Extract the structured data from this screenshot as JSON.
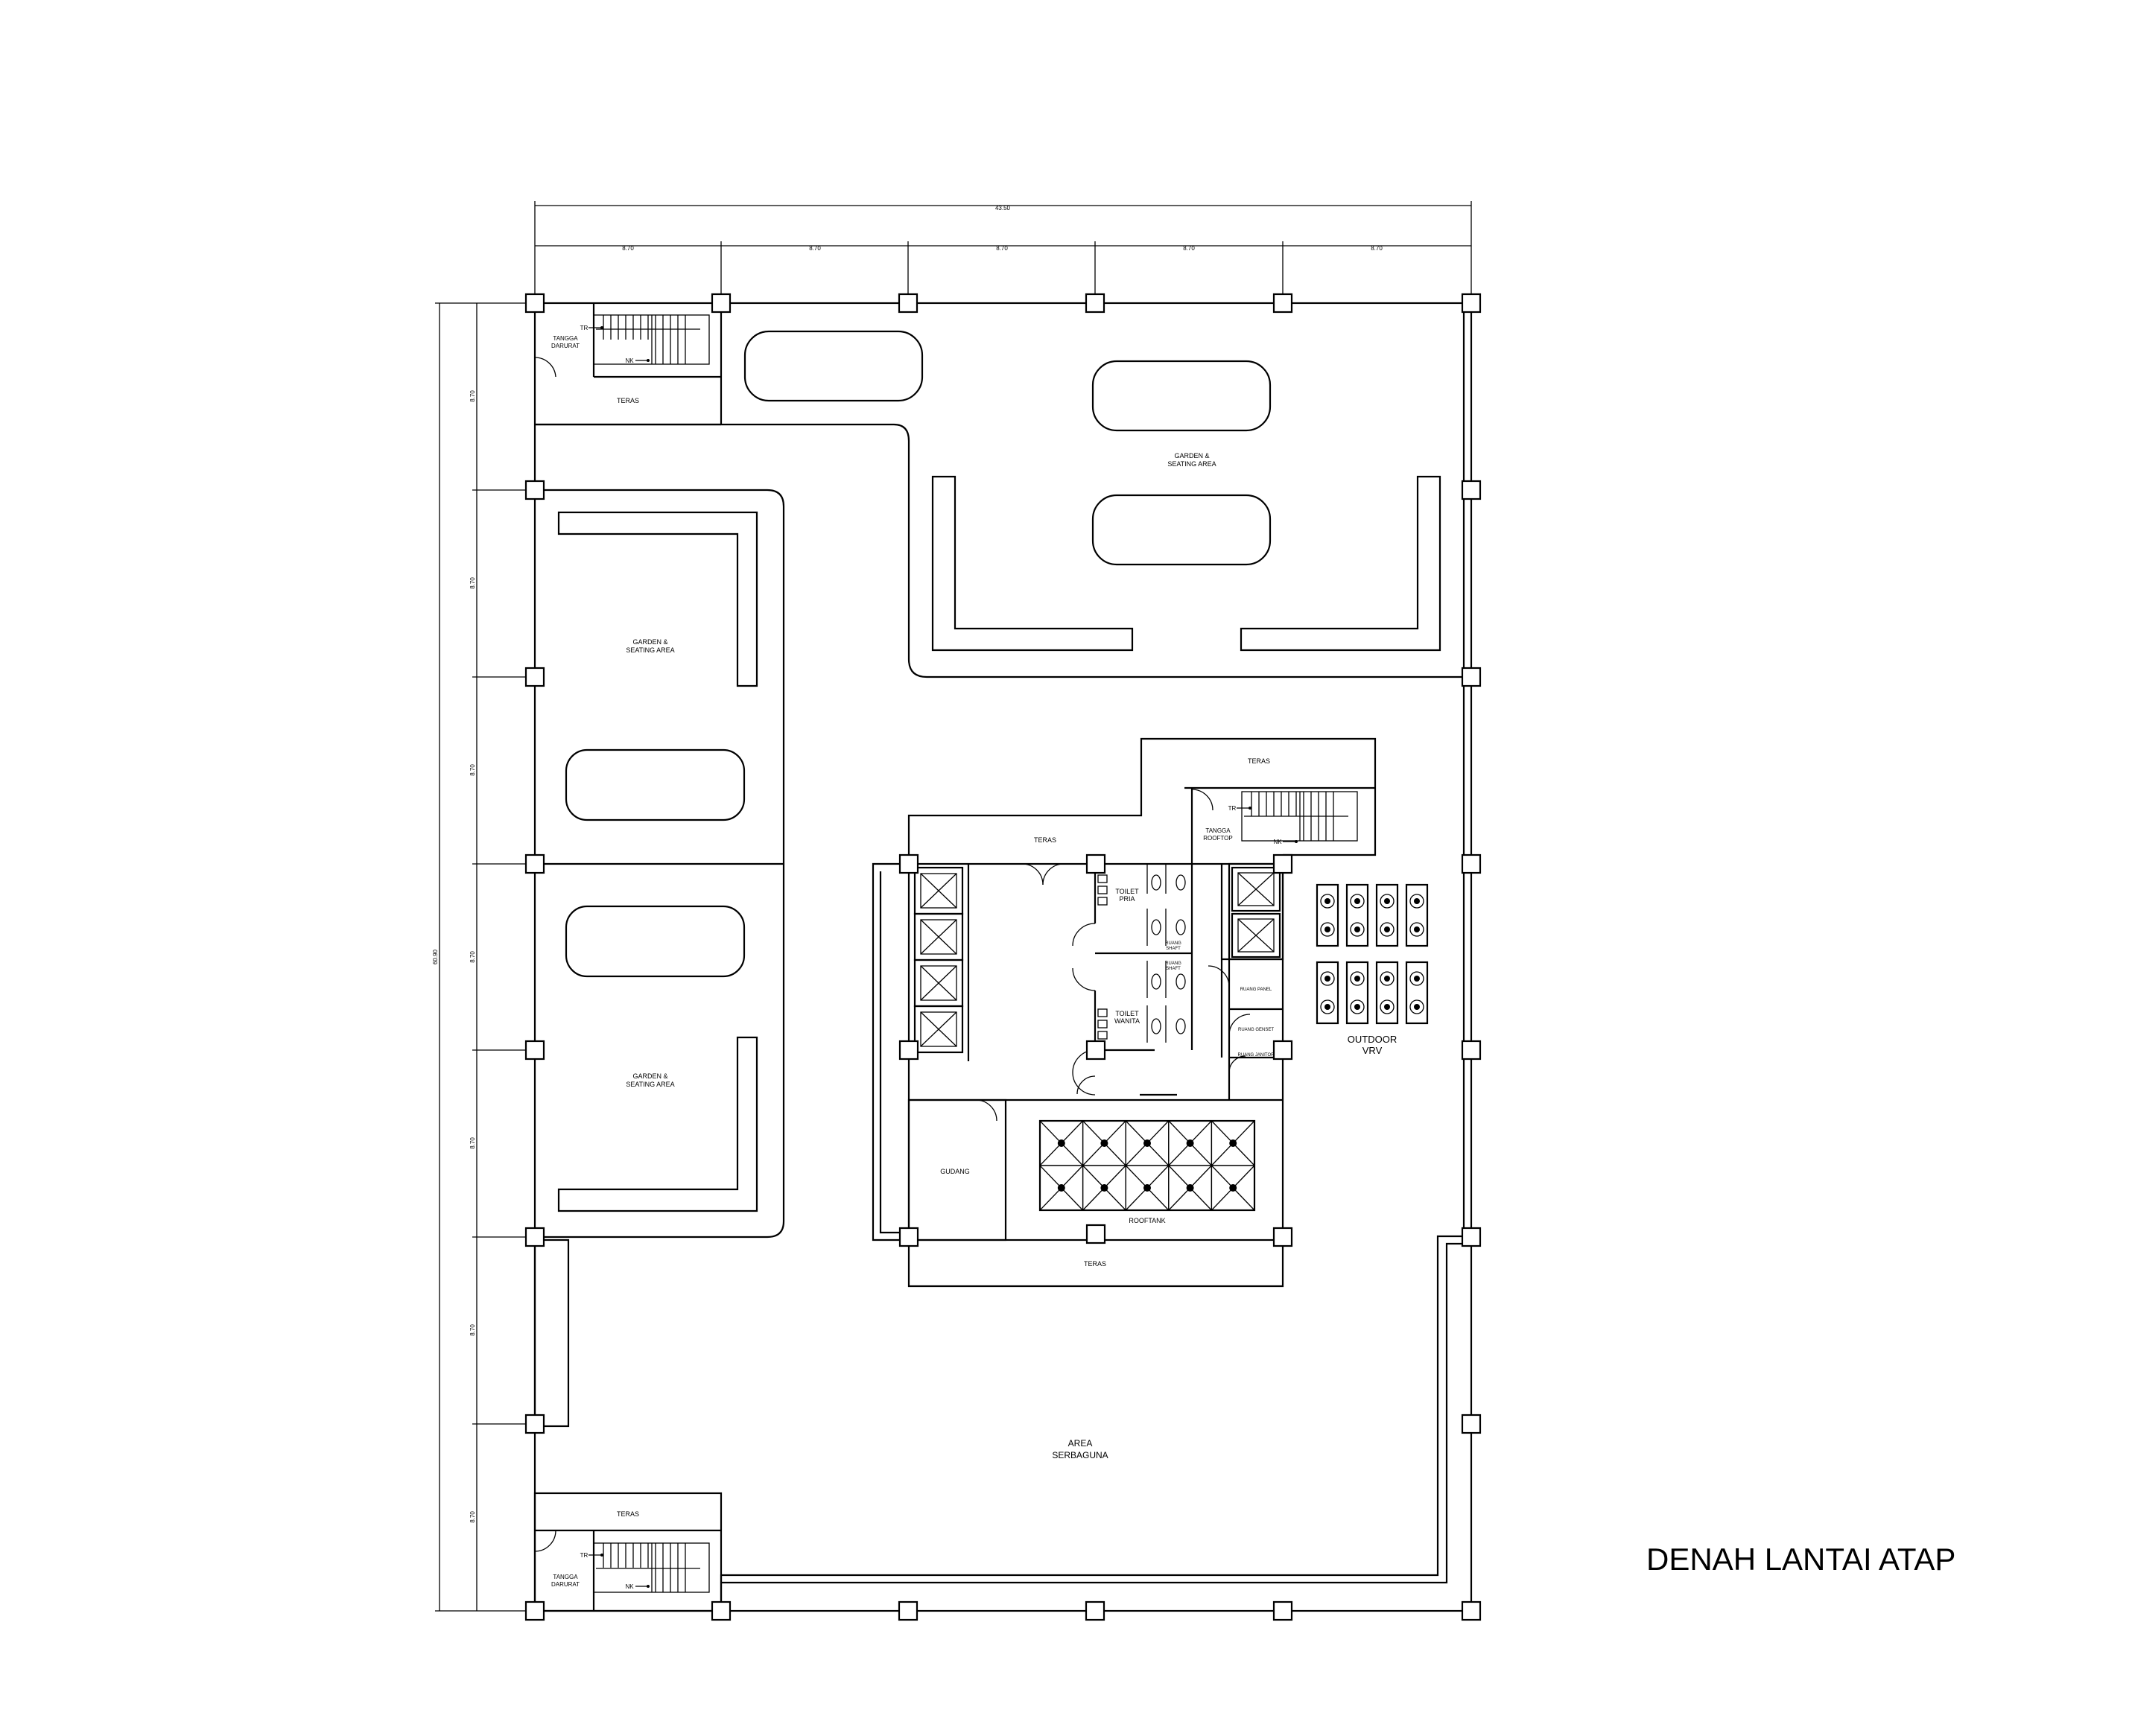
{
  "title": "DENAH LANTAI ATAP",
  "dimensions": {
    "top_total": "43.50",
    "top_bays": [
      "8.70",
      "8.70",
      "8.70",
      "8.70",
      "8.70"
    ],
    "left_total": "60.90",
    "left_bays": [
      "8.70",
      "8.70",
      "8.70",
      "8.70",
      "8.70",
      "8.70",
      "8.70"
    ]
  },
  "labels": {
    "tangga_darurat_top": [
      "TANGGA",
      "DARURAT"
    ],
    "tangga_darurat_bottom": [
      "TANGGA",
      "DARURAT"
    ],
    "teras_top": "TERAS",
    "teras_bottom_left": "TERAS",
    "garden_top": [
      "GARDEN &",
      "SEATING AREA"
    ],
    "garden_left_top": [
      "GARDEN &",
      "SEATING AREA"
    ],
    "garden_left_bottom": [
      "GARDEN &",
      "SEATING AREA"
    ],
    "teras_core_upper": "TERAS",
    "teras_core_right": "TERAS",
    "teras_core_bottom": "TERAS",
    "tangga_rooftop": [
      "TANGGA",
      "ROOFTOP"
    ],
    "toilet_pria": [
      "TOILET",
      "PRIA"
    ],
    "toilet_wanita": [
      "TOILET",
      "WANITA"
    ],
    "ruang_shaft_1": [
      "RUANG",
      "SHAFT"
    ],
    "ruang_shaft_2": [
      "RUANG",
      "SHAFT"
    ],
    "ruang_panel": "RUANG PANEL",
    "ruang_genset": "RUANG GENSET",
    "ruang_janitor": "RUANG JANITOR",
    "outdoor_vrv": [
      "OUTDOOR",
      "VRV"
    ],
    "gudang": "GUDANG",
    "rooftank": "ROOFTANK",
    "area_serbaguna": [
      "AREA",
      "SERBAGUNA"
    ],
    "stair_tr": "TR",
    "stair_nk": "NK"
  },
  "counts": {
    "elevators": 4,
    "service_lifts": 2,
    "vrv_units": 16,
    "rooftank_modules": 10
  }
}
